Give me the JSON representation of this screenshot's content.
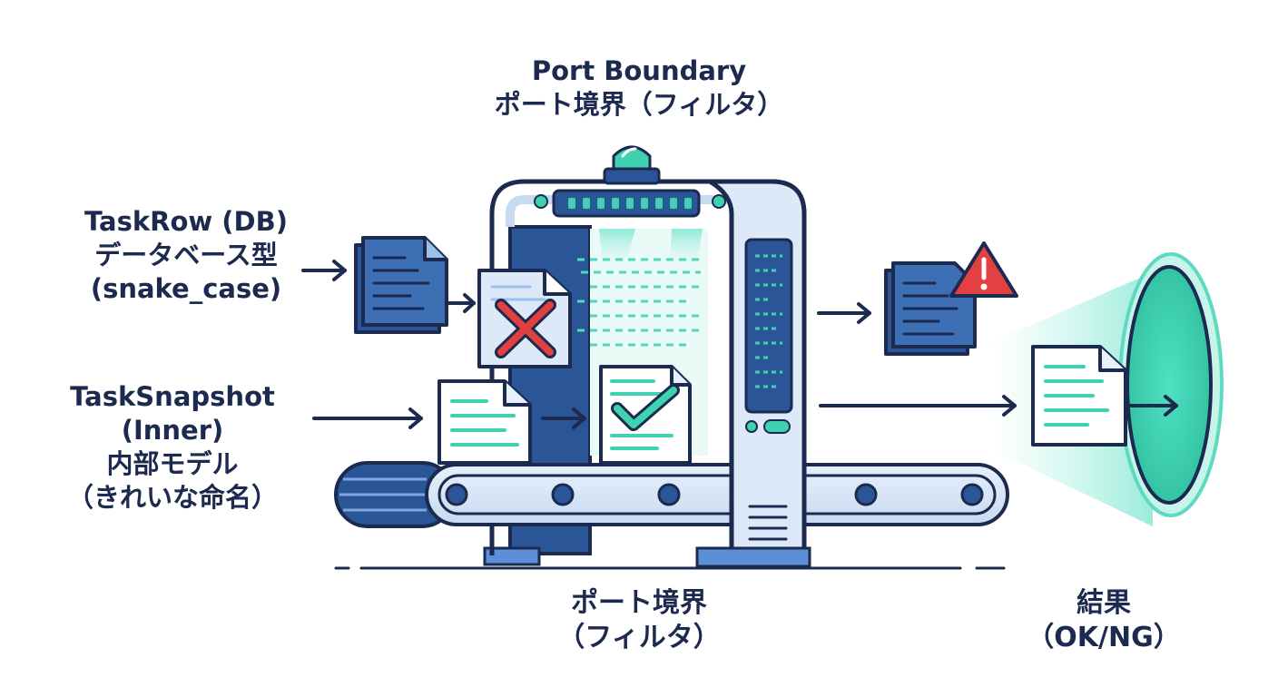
{
  "labels": {
    "top": {
      "line1": "Port Boundary",
      "line2": "ポート境界（フィルタ）"
    },
    "taskrow": {
      "line1": "TaskRow (DB)",
      "line2": "データベース型",
      "line3": "(snake_case)"
    },
    "snapshot": {
      "line1": "TaskSnapshot",
      "line2": "(Inner)",
      "line3": "内部モデル",
      "line4": "（きれいな命名）"
    },
    "gate": {
      "line1": "ポート境界",
      "line2": "（フィルタ）"
    },
    "result": {
      "line1": "結果",
      "line2": "（OK/NG）"
    }
  },
  "icons": [
    "db-document-icon",
    "rejected-document-icon",
    "cross-icon",
    "inner-document-icon",
    "approved-document-icon",
    "check-icon",
    "warning-icon",
    "result-document-icon",
    "status-beacon-icon",
    "result-portal-icon"
  ],
  "colors": {
    "navy": "#1b2a4e",
    "blue": "#3d6fb5",
    "dark_blue": "#2a5597",
    "light_blue": "#dde9f8",
    "teal": "#3fd1b0",
    "red": "#e2403f",
    "warning_red": "#e34141"
  }
}
